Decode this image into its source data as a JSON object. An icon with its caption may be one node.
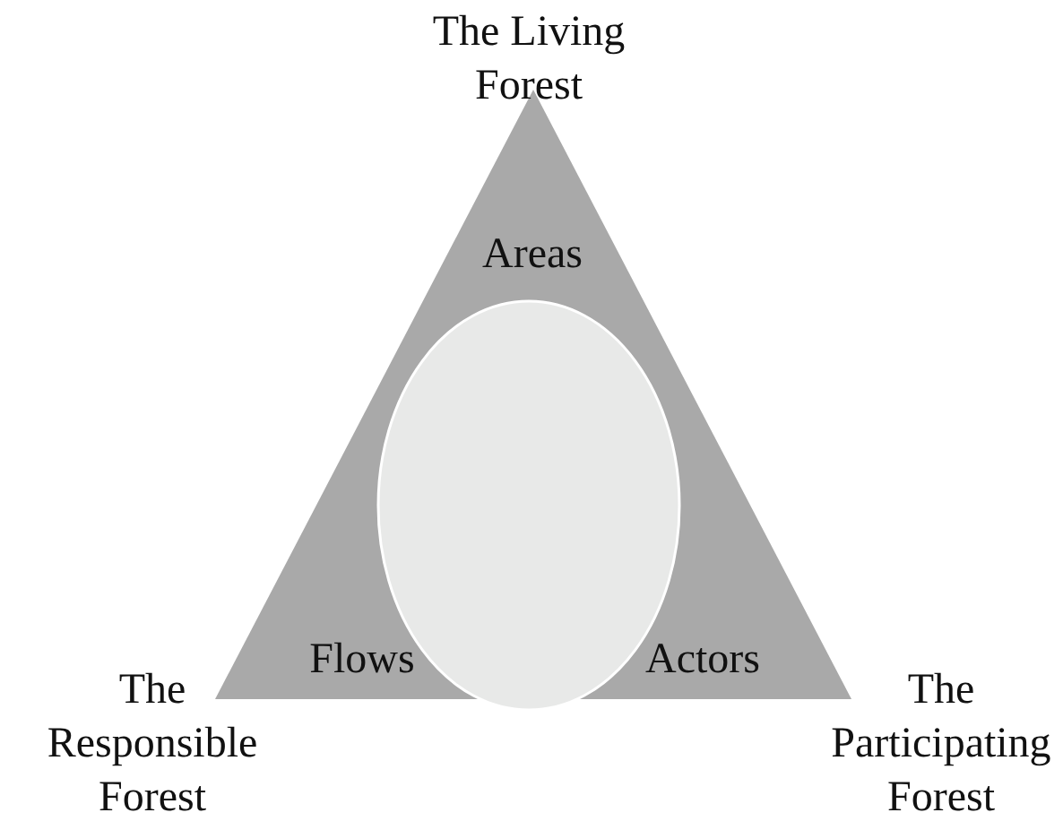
{
  "diagram": {
    "nodes": [
      {
        "text": [
          "Areas",
          "Flows",
          "Actors"
        ]
      },
      {
        "text": [],
        "shape": "circle",
        "in": 0
      }
    ],
    "labels": [
      "The Living Forest",
      "The Responsible Forest",
      "The Participating Forest"
    ]
  }
}
